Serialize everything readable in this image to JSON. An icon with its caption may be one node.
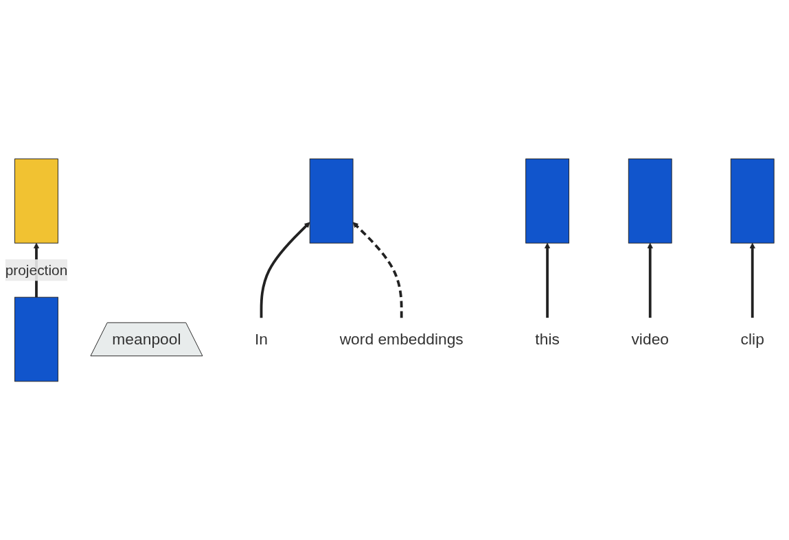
{
  "diagram": {
    "nodes": [
      {
        "text": [],
        "shape": "box"
      },
      {
        "text": [],
        "shape": "box"
      },
      {
        "text": [
          "meanpool"
        ]
      },
      {
        "text": [],
        "shape": "box"
      },
      {
        "text": [],
        "shape": "box"
      },
      {
        "text": [],
        "shape": "box"
      },
      {
        "text": [],
        "shape": "box"
      },
      {
        "text": [
          "In"
        ]
      },
      {
        "text": [
          "this"
        ]
      },
      {
        "text": [
          "video"
        ]
      },
      {
        "text": [
          "clip"
        ]
      },
      {
        "text": [
          "word embeddings"
        ]
      }
    ],
    "edges": [
      {
        "from": 1,
        "to": 0,
        "arrow": "to",
        "label": "projection"
      },
      {
        "from": 7,
        "to": 3,
        "arrow": "to"
      },
      {
        "from": 8,
        "to": 4,
        "arrow": "to"
      },
      {
        "from": 9,
        "to": 5,
        "arrow": "to"
      },
      {
        "from": 10,
        "to": 6,
        "arrow": "to"
      },
      {
        "from": 11,
        "to": 3,
        "arrow": "to",
        "style": "dashed"
      }
    ]
  }
}
